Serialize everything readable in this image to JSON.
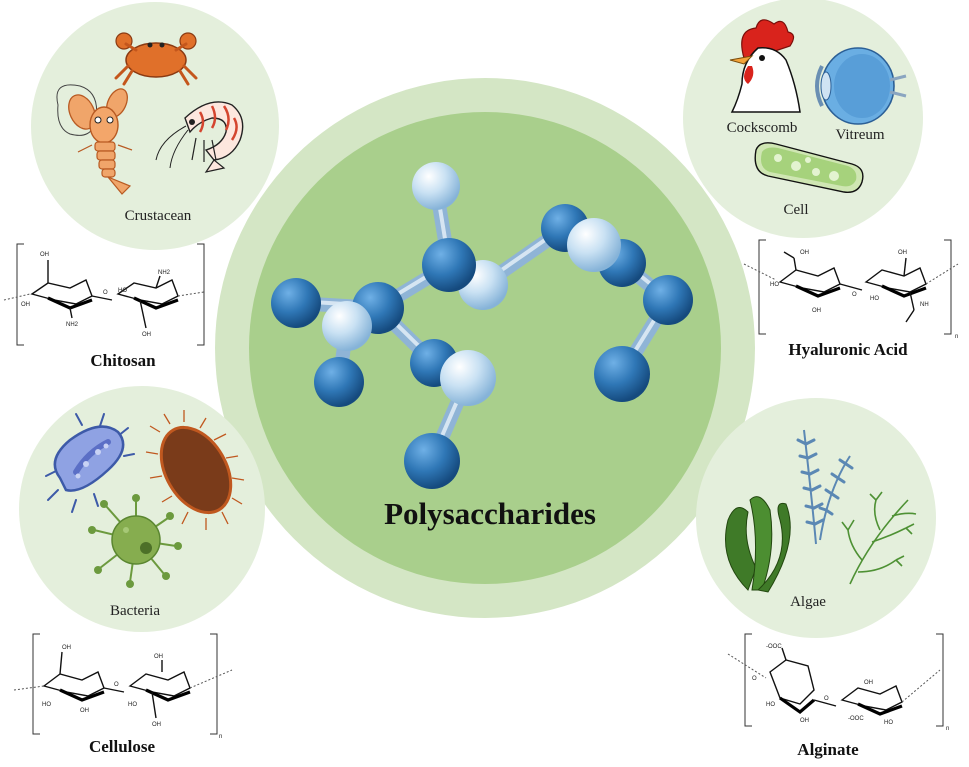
{
  "center": {
    "title": "Polysaccharides"
  },
  "sources": {
    "crustacean": "Crustacean",
    "cockscomb": "Cockscomb",
    "vitreum": "Vitreum",
    "cell": "Cell",
    "bacteria": "Bacteria",
    "algae": "Algae"
  },
  "polymers": {
    "chitosan": "Chitosan",
    "hyaluronic_acid": "Hyaluronic Acid",
    "cellulose": "Cellulose",
    "alginate": "Alginate"
  },
  "chem_labels": {
    "oh": "OH",
    "ho": "HO",
    "nh2": "NH2",
    "nh": "NH",
    "o": "O",
    "n": "n",
    "ooc": "-OOC"
  },
  "colors": {
    "center_outer": "#d4e6c5",
    "center_inner": "#a9cf8c",
    "side_circle": "#e4efdc",
    "atom_dark": "#2f77b6",
    "atom_light": "#b9d8ee"
  }
}
